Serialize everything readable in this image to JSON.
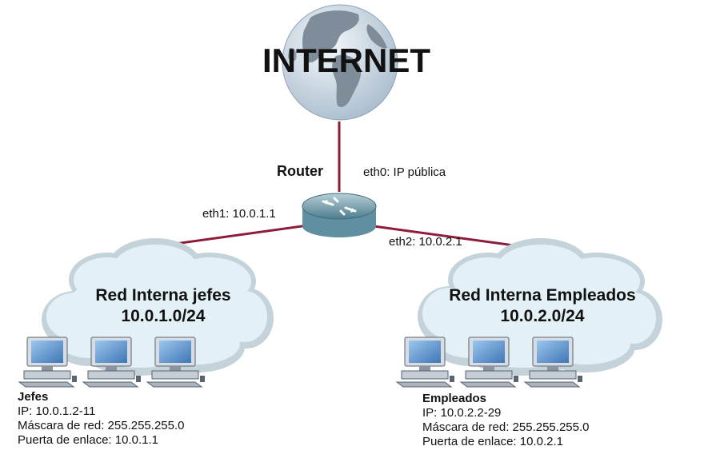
{
  "internet": {
    "label": "INTERNET"
  },
  "router": {
    "label": "Router",
    "eth0": "eth0: IP pública",
    "eth1": "eth1: 10.0.1.1",
    "eth2": "eth2: 10.0.2.1"
  },
  "networks": [
    {
      "name": "Red Interna jefes",
      "cidr": "10.0.1.0/24",
      "group_title": "Jefes",
      "ip": "IP: 10.0.1.2-11",
      "mask": "Máscara de red: 255.255.255.0",
      "gateway": "Puerta de enlace: 10.0.1.1"
    },
    {
      "name": "Red Interna Empleados",
      "cidr": "10.0.2.0/24",
      "group_title": "Empleados",
      "ip": "IP: 10.0.2.2-29",
      "mask": "Máscara de red: 255.255.255.0",
      "gateway": "Puerta de enlace: 10.0.2.1"
    }
  ],
  "colors": {
    "link": "#8c1c3a",
    "cloud_fill": "#e3f0f6",
    "cloud_stroke": "#7d97a6",
    "globe_ocean": "#c9d8e6",
    "globe_land": "#7f8c9a",
    "router_body": "#5f8fa0"
  },
  "icons": [
    "globe-icon",
    "router-icon",
    "cloud-icon",
    "computer-icon"
  ]
}
